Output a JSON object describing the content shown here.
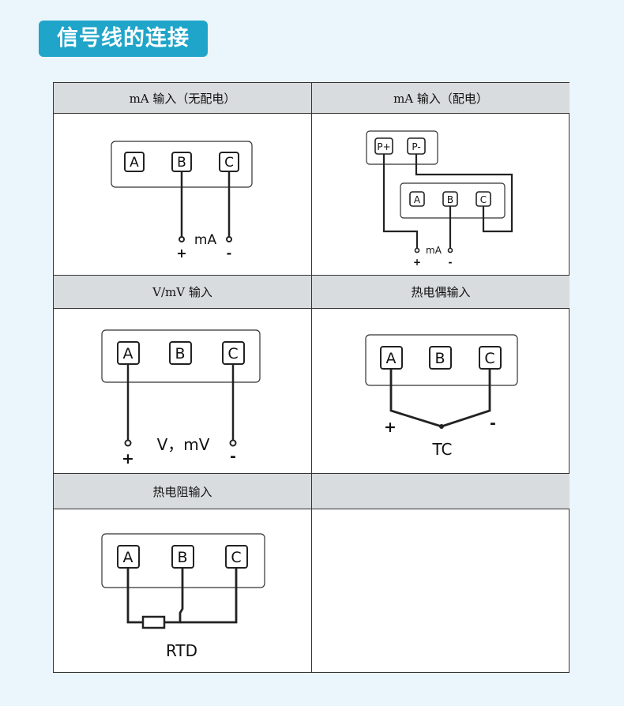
{
  "title": "信号线的连接",
  "cells": {
    "ma_no_power": {
      "header": "mA 输入（无配电）",
      "terminals": [
        "A",
        "B",
        "C"
      ],
      "signal_label": "mA",
      "plus": "+",
      "minus": "-"
    },
    "ma_power": {
      "header": "mA 输入（配电）",
      "power_terminals": [
        "P+",
        "P-"
      ],
      "terminals": [
        "A",
        "B",
        "C"
      ],
      "signal_label": "mA",
      "plus": "+",
      "minus": "-"
    },
    "voltage": {
      "header": "V/mV 输入",
      "terminals": [
        "A",
        "B",
        "C"
      ],
      "signal_label": "V，mV",
      "plus": "+",
      "minus": "-"
    },
    "thermocouple": {
      "header": "热电偶输入",
      "terminals": [
        "A",
        "B",
        "C"
      ],
      "signal_label": "TC",
      "plus": "+",
      "minus": "-"
    },
    "rtd": {
      "header": "热电阻输入",
      "terminals": [
        "A",
        "B",
        "C"
      ],
      "signal_label": "RTD"
    },
    "empty": {
      "header": ""
    }
  }
}
